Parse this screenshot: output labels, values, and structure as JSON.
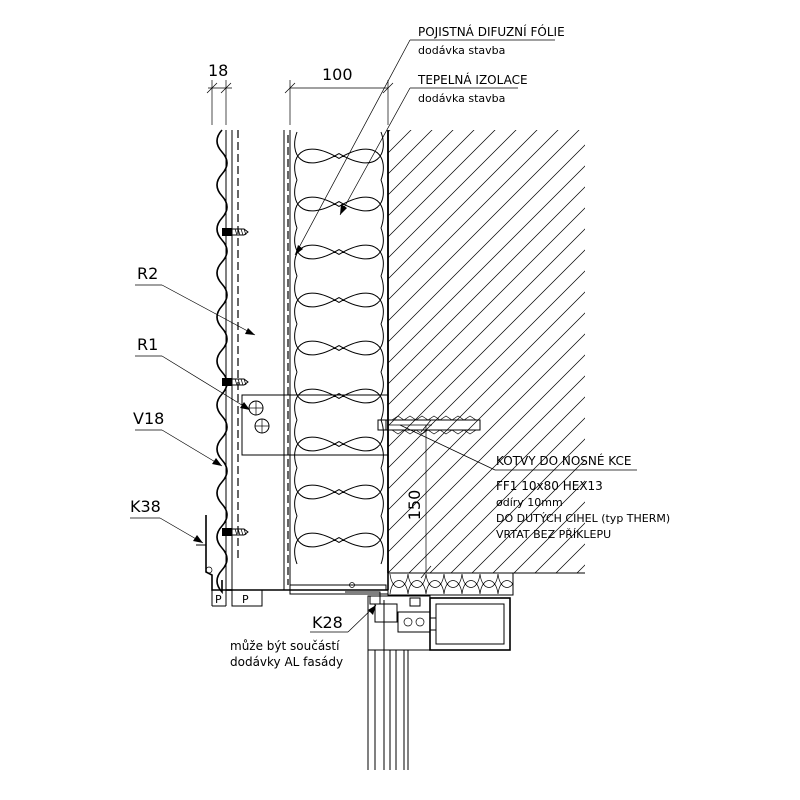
{
  "dimensions": {
    "sheet_thickness": "18",
    "insulation_thickness": "100",
    "anchor_height": "150"
  },
  "labels": {
    "membrane_title": "POJISTNÁ DIFUZNÍ FÓLIE",
    "membrane_supply": "dodávka stavba",
    "insulation_title": "TEPELNÁ IZOLACE",
    "insulation_supply": "dodávka stavba",
    "r2": "R2",
    "r1": "R1",
    "v18": "V18",
    "k38": "K38",
    "k28": "K28",
    "k28_note_line1": "může být součástí",
    "k28_note_line2": "dodávky AL fasády",
    "anchor_title": "KOTVY DO NOSNÉ KCE",
    "anchor_spec_1": "FF1  10x80  HEX13",
    "anchor_spec_2": "ødíry 10mm",
    "anchor_spec_3": "DO DUTÝCH CIHEL (typ THERM)",
    "anchor_spec_4": "VRTAT BEZ PŘÍKLEPU",
    "p_tag_1": "P",
    "p_tag_2": "P"
  }
}
